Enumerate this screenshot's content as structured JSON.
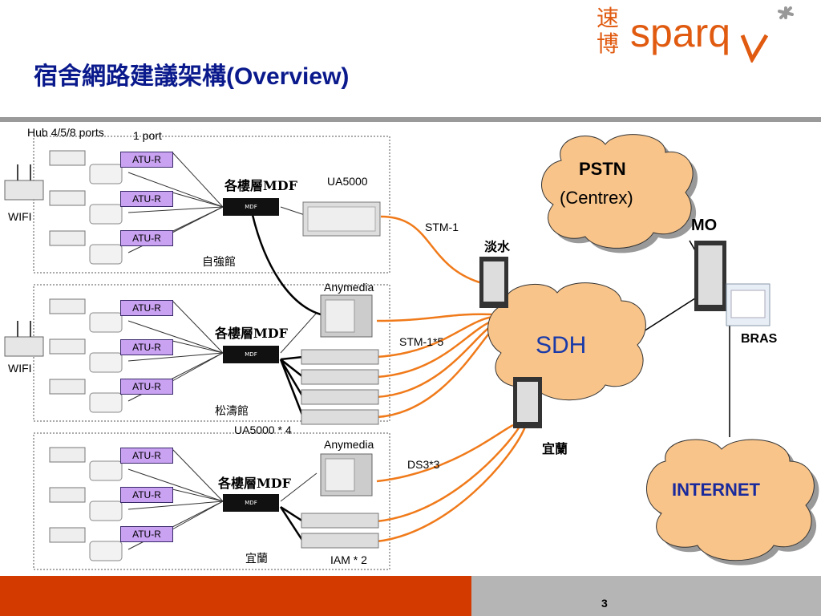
{
  "title": {
    "cjk": "宿舍網路建議架構",
    "en": "(Overview)"
  },
  "logo": {
    "cjk_top": "速",
    "cjk_bottom": "博",
    "word": "sparq"
  },
  "labels": {
    "hub": "Hub 4/5/8 ports",
    "one_port": "1 port",
    "wifi1": "WIFI",
    "wifi2": "WIFI",
    "mdf1": "各樓層MDF",
    "mdf2": "各樓層MDF",
    "mdf3": "各樓層MDF",
    "ua5000": "UA5000",
    "ua5000x4": "UA5000 * 4",
    "anymedia1": "Anymedia",
    "anymedia2": "Anymedia",
    "iam": "IAM * 2",
    "site1": "自強館",
    "site2": "松濤館",
    "site3": "宜蘭",
    "stm1": "STM-1",
    "stm1x5": "STM-1*5",
    "ds3": "DS3*3",
    "tamsui": "淡水",
    "yilan": "宜蘭",
    "sdh": "SDH",
    "pstn": "PSTN",
    "centrex": "(Centrex)",
    "mo": "MO",
    "bras": "BRAS",
    "internet": "INTERNET",
    "mdf_tag": "MDF"
  },
  "atu_label": "ATU-R",
  "page_number": "3",
  "colors": {
    "title": "#0a1a8c",
    "cloud": "#f8c48a",
    "link_orange": "#f07a1a",
    "atu": "#c9a2f2",
    "footer": "#d23a00"
  }
}
